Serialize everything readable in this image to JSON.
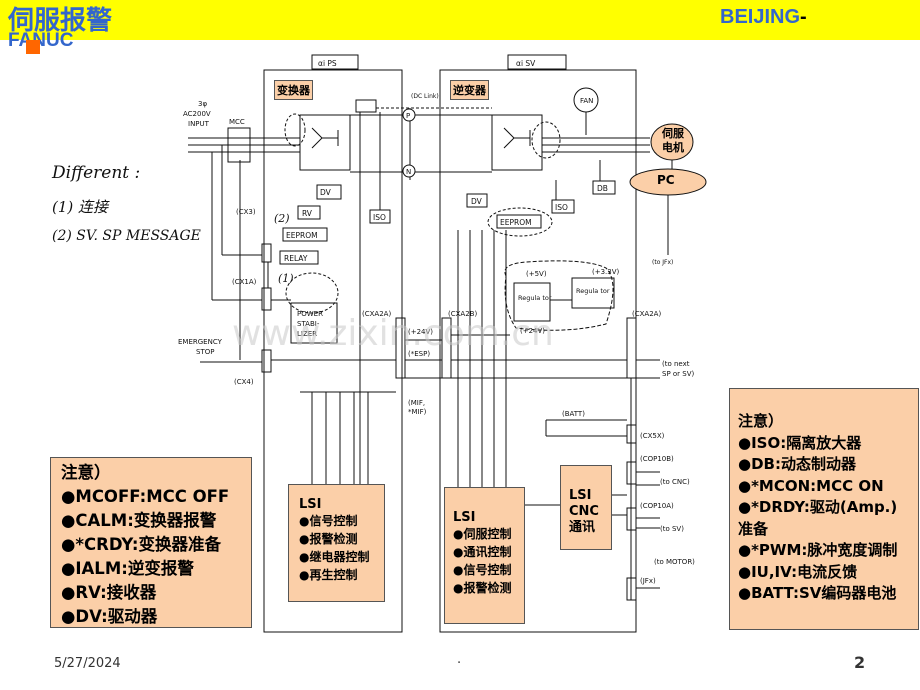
{
  "header": {
    "title": "伺服报警",
    "brand_right": "BEIJING",
    "brand_dash": "-",
    "brand_left": "FANUC"
  },
  "footer": {
    "date": "5/27/2024",
    "dot": ".",
    "page": "2"
  },
  "diagram": {
    "modules": {
      "ps": "αi PS",
      "sv": "αi SV"
    },
    "converter": "变换器",
    "inverter": "逆变器",
    "motor": "伺服\n电机",
    "pc": "PC",
    "fan": "FAN",
    "input": [
      "3φ",
      "AC200V",
      "INPUT"
    ],
    "mcc": "MCC",
    "dc_link": "(DC Link)",
    "p": "P",
    "n": "N",
    "blocks": {
      "dv": "DV",
      "rv": "RV",
      "eeprom": "EEPROM",
      "relay": "RELAY",
      "iso": "ISO",
      "db": "DB",
      "power": [
        "POWER",
        "STABI-",
        "LIZER"
      ],
      "regulator": "Regula\ntor"
    },
    "connectors": [
      "(CX3)",
      "(CX1A)",
      "(CX4)",
      "(CXA2A)",
      "(CXA2B)",
      "(CXA2A)",
      "(CX5X)",
      "(COP10B)",
      "(COP10A)",
      "(JFx)"
    ],
    "signals": {
      "p24v": "(+24V)",
      "esp": "(*ESP)",
      "mif": "(MIF,",
      "mif2": "*MIF)",
      "batt": "(BATT)",
      "p5v": "(+5V)",
      "p33v": "(+3.3V)",
      "to_jfx": "(to JFx)",
      "to_next": "(to next",
      "to_next2": "SP or SV)",
      "to_cnc": "(to CNC)",
      "to_sv": "(to SV)",
      "to_motor": "(to MOTOR)",
      "emergency": "EMERGENCY",
      "stop": "STOP"
    },
    "handwriting": {
      "line1": "Different :",
      "line2": "(1) 连接",
      "line3": "(2) SV. SP MESSAGE",
      "mark1": "(2)",
      "mark2": "(1)"
    },
    "watermark": "www.zixin.com.cn"
  },
  "lsi_ps": {
    "title": "LSI",
    "items": [
      "●信号控制",
      "●报警检测",
      "●继电器控制",
      "●再生控制"
    ]
  },
  "lsi_sv": {
    "title": "LSI",
    "items": [
      "●伺服控制",
      "●通讯控制",
      "●信号控制",
      "●报警检测"
    ]
  },
  "lsi_cnc": {
    "lines": [
      "LSI",
      "CNC",
      "通讯"
    ]
  },
  "note_left": {
    "title": "注意）",
    "items": [
      "●MCOFF:MCC OFF",
      "●CALM:变换器报警",
      "●*CRDY:变换器准备",
      "●IALM:逆变报警",
      "●RV:接收器",
      "●DV:驱动器"
    ]
  },
  "note_right": {
    "title": "注意）",
    "items": [
      "●ISO:隔离放大器",
      "●DB:动态制动器",
      "●*MCON:MCC ON",
      "●*DRDY:驱动(Amp.)",
      "准备",
      "●*PWM:脉冲宽度调制",
      "●IU,IV:电流反馈",
      "●BATT:SV编码器电池"
    ]
  }
}
